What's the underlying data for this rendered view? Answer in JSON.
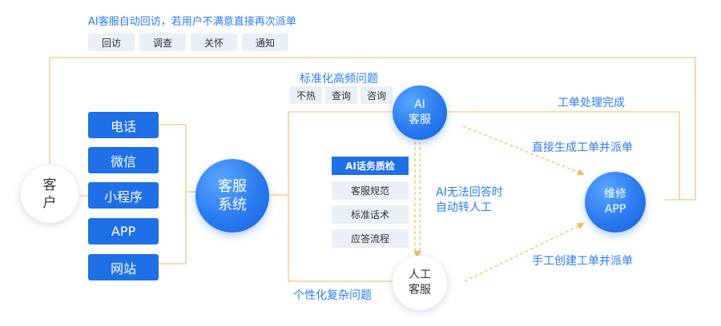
{
  "top": {
    "caption": "AI客服自动回访，若用户不满意直接再次派单",
    "tags": [
      "回访",
      "调查",
      "关怀",
      "通知"
    ]
  },
  "customer": {
    "line1": "客",
    "line2": "户"
  },
  "channels": [
    "电话",
    "微信",
    "小程序",
    "APP",
    "网站"
  ],
  "service_system": {
    "line1": "客服",
    "line2": "系统"
  },
  "ai_service": {
    "line1": "AI",
    "line2": "客服",
    "caption": "标准化高频问题",
    "tags": [
      "不热",
      "查询",
      "咨询"
    ]
  },
  "human_service": {
    "line1": "人工",
    "line2": "客服",
    "caption": "个性化复杂问题"
  },
  "quality_check": {
    "title": "AI话务质检",
    "items": [
      "客服规范",
      "标准话术",
      "应答流程"
    ]
  },
  "repair_app": {
    "line1": "维修",
    "line2": "APP"
  },
  "flow_labels": {
    "order_done": "工单处理完成",
    "auto_dispatch": "直接生成工单并派单",
    "ai_fail_line1": "AI无法回答时",
    "ai_fail_line2": "自动转人工",
    "manual_dispatch": "手工创建工单并派单"
  },
  "colors": {
    "primary_blue": "#1f6fe6",
    "connector_orange": "#f5b55c",
    "tag_bg": "#eaf0f8",
    "caption_blue": "#2b7cf0"
  }
}
